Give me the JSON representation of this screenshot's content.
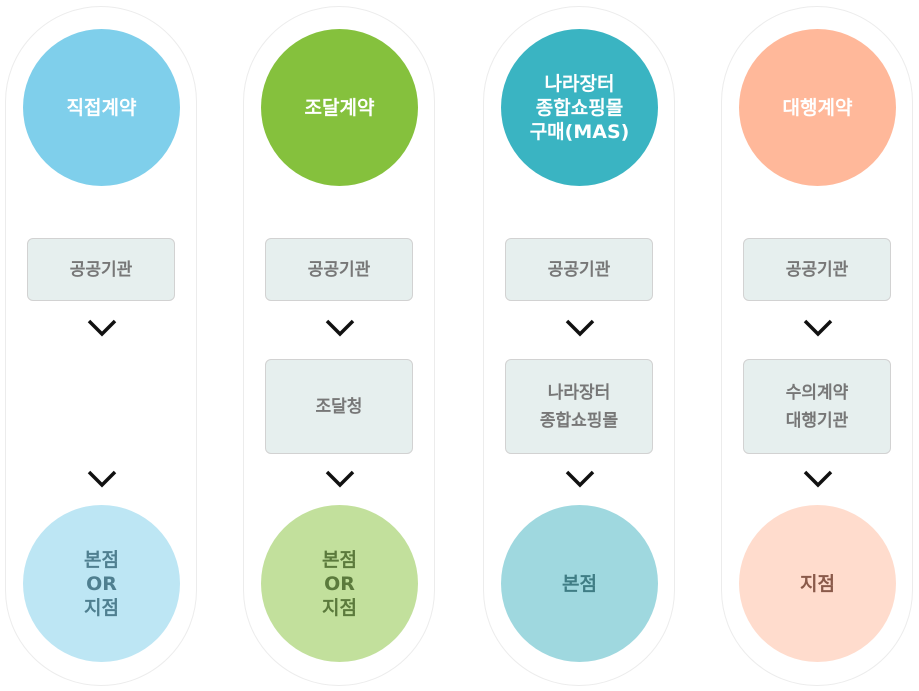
{
  "columns": [
    {
      "title": "직접계약",
      "steps": [
        "공공기관"
      ],
      "result": "본점\nOR\n지점",
      "color": "#7fcfeb",
      "result_bg": "#bde6f4",
      "result_color": "#4f7f90"
    },
    {
      "title": "조달계약",
      "steps": [
        "공공기관",
        "조달청"
      ],
      "result": "본점\nOR\n지점",
      "color": "#85c13d",
      "result_bg": "#c2e09c",
      "result_color": "#5b7a3c"
    },
    {
      "title": "나라장터\n종합쇼핑몰\n구매(MAS)",
      "steps": [
        "공공기관",
        "나라장터\n종합쇼핑몰"
      ],
      "result": "본점",
      "color": "#3ab4c2",
      "result_bg": "#9fd8df",
      "result_color": "#3f7d85"
    },
    {
      "title": "대행계약",
      "steps": [
        "공공기관",
        "수의계약\n대행기관"
      ],
      "result": "지점",
      "color": "#ffb89a",
      "result_bg": "#ffdccd",
      "result_color": "#8a5a4a"
    }
  ]
}
